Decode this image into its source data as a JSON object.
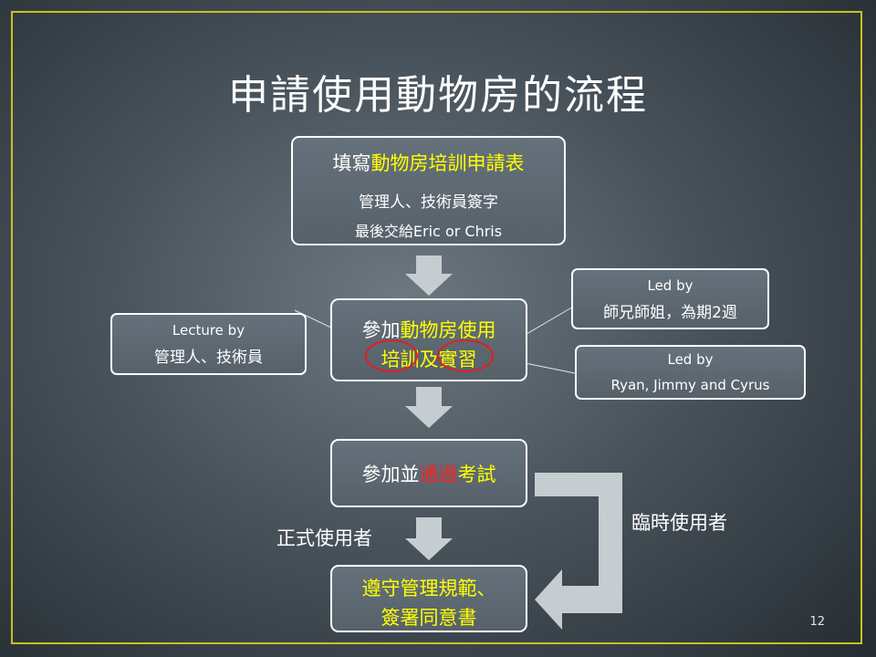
{
  "title": "申請使用動物房的流程",
  "colors": {
    "border": "#c9c11e",
    "highlight": "#ffff00",
    "emphasis": "#ff2020",
    "arrow": "#c6cdd1"
  },
  "step1": {
    "line1_pre": "填寫",
    "line1_hl": "動物房培訓申請表",
    "line2": "管理人、技術員簽字",
    "line3": "最後交給Eric or Chris"
  },
  "step2": {
    "line1_pre": "參加",
    "line1_hl": "動物房使用",
    "line2_a": "培訓",
    "line2_b": "及",
    "line2_c": "實習"
  },
  "lecture": {
    "line1": "Lecture by",
    "line2": "管理人、技術員"
  },
  "led1": {
    "line1": "Led by",
    "line2": "師兄師姐，為期2週"
  },
  "led2": {
    "line1": "Led by",
    "line2": "Ryan, Jimmy and Cyrus"
  },
  "step3": {
    "pre": "參加並",
    "red": "通過",
    "hl": "考試"
  },
  "step4": {
    "line1": "遵守管理規範、",
    "line2": "簽署同意書"
  },
  "label_formal": "正式使用者",
  "label_temp": "臨時使用者",
  "page_number": "12"
}
